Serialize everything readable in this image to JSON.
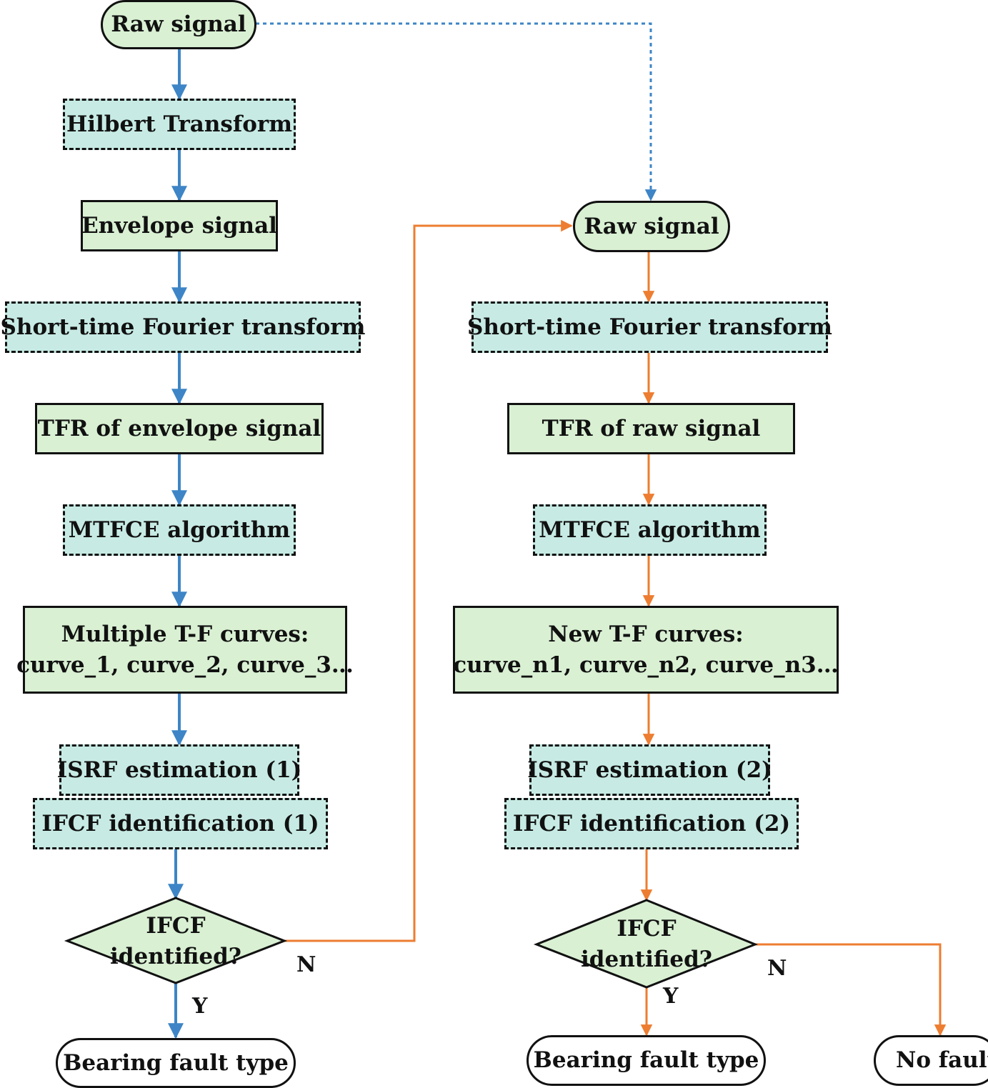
{
  "colors": {
    "left_flow": "#3d85c6",
    "right_flow": "#ed7d31",
    "process_fill": "#d9f0d3",
    "method_fill": "#c7ebe4"
  },
  "left": {
    "start": "Raw signal",
    "hilbert": "Hilbert Transform",
    "envelope": "Envelope signal",
    "stft": "Short-time Fourier transform",
    "tfr": "TFR of envelope signal",
    "mtfce": "MTFCE algorithm",
    "curves_line1": "Multiple T-F curves:",
    "curves_line2": "curve_1, curve_2, curve_3…",
    "isrf": "ISRF estimation (1)",
    "ifcf": "IFCF identification (1)",
    "decision_line1": "IFCF",
    "decision_line2": "identified?",
    "yes": "Y",
    "no": "N",
    "end": "Bearing fault type"
  },
  "right": {
    "start": "Raw signal",
    "stft": "Short-time Fourier transform",
    "tfr": "TFR of raw signal",
    "mtfce": "MTFCE algorithm",
    "curves_line1": "New T-F curves:",
    "curves_line2": "curve_n1, curve_n2, curve_n3…",
    "isrf": "ISRF estimation (2)",
    "ifcf": "IFCF identification (2)",
    "decision_line1": "IFCF",
    "decision_line2": "identified?",
    "yes": "Y",
    "no": "N",
    "end": "Bearing fault type",
    "no_fault": "No fault"
  }
}
